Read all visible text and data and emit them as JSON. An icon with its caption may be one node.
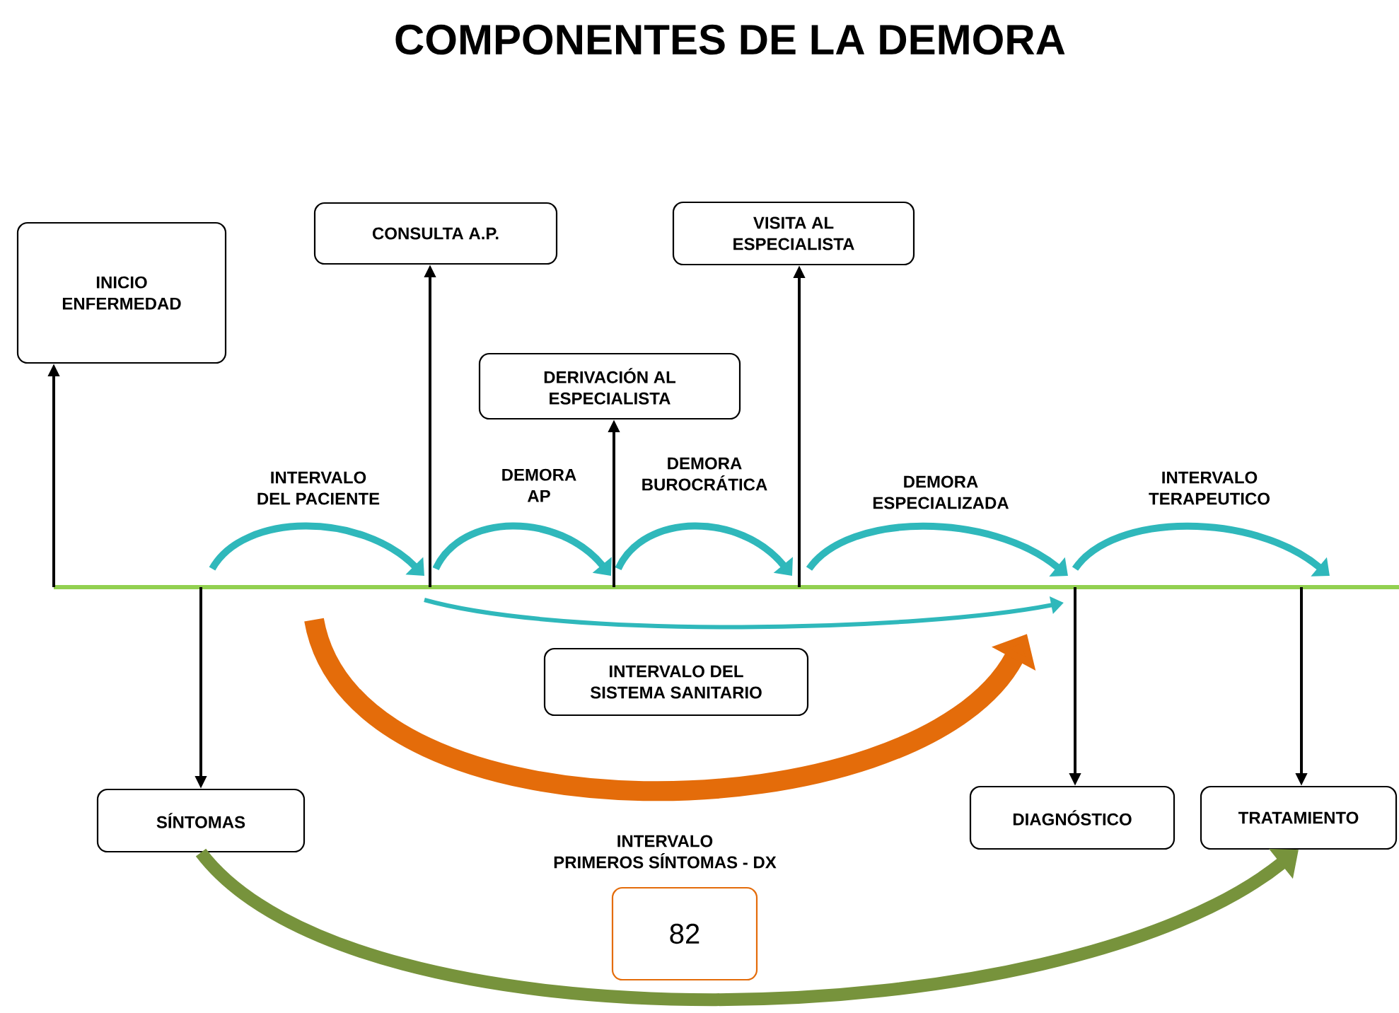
{
  "diagram": {
    "title": "COMPONENTES DE LA DEMORA",
    "nodes": [
      {
        "text": [
          "INICIO ENFERMEDAD"
        ]
      },
      {
        "text": [
          "CONSULTA A.P."
        ]
      },
      {
        "text": [
          "DERIVACIÓN AL ESPECIALISTA"
        ]
      },
      {
        "text": [
          "VISITA AL ESPECIALISTA"
        ]
      },
      {
        "text": [
          "INTERVALO DEL SISTEMA SANITARIO"
        ]
      },
      {
        "text": [
          "SÍNTOMAS"
        ]
      },
      {
        "text": [
          "DIAGNÓSTICO"
        ]
      },
      {
        "text": [
          "TRATAMIENTO"
        ]
      },
      {
        "text": [
          "82"
        ]
      }
    ],
    "edges": [
      {
        "from": null,
        "to": 0,
        "arrow": "to"
      },
      {
        "from": null,
        "to": 1,
        "arrow": "to"
      },
      {
        "from": null,
        "to": 2,
        "arrow": "to"
      },
      {
        "from": null,
        "to": 3,
        "arrow": "to"
      },
      {
        "from": null,
        "to": 5,
        "arrow": "to"
      },
      {
        "from": null,
        "to": 6,
        "arrow": "to"
      },
      {
        "from": null,
        "to": 7,
        "arrow": "to"
      },
      {
        "from": 5,
        "to": 7,
        "arrow": "to",
        "style": "thick",
        "color": "#77933c"
      }
    ],
    "labels": [
      "INTERVALO DEL PACIENTE",
      "DEMORA AP",
      "DEMORA BUROCRÁTICA",
      "DEMORA ESPECIALIZADA",
      "INTERVALO TERAPEUTICO",
      "INTERVALO PRIMEROS SÍNTOMAS - DX"
    ]
  }
}
